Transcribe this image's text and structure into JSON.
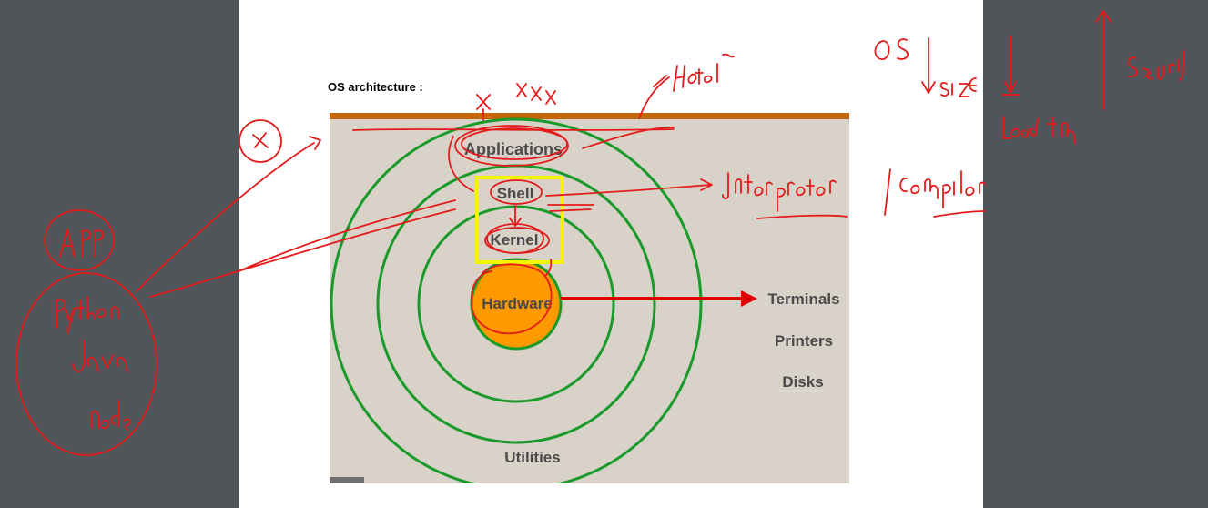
{
  "document": {
    "heading": "OS architecture :"
  },
  "diagram": {
    "rings": [
      "Applications",
      "Shell",
      "Kernel",
      "Utilities"
    ],
    "core": "Hardware",
    "devices": [
      "Terminals",
      "Printers",
      "Disks"
    ],
    "colors": {
      "background": "#d8d2c9",
      "top_bar": "#c4670a",
      "ring": "#1a9a2a",
      "core_fill": "#ff9900",
      "arrow": "#e00000",
      "highlight_box": "#f5f500"
    }
  },
  "annotations": {
    "ink_color": "#e31b1b",
    "texts": [
      "x",
      "xxx",
      "Hotel",
      "OS",
      "size",
      "Load time",
      "Security",
      "Interpreter / compiler",
      "App",
      "Python",
      "Java",
      "node"
    ]
  }
}
